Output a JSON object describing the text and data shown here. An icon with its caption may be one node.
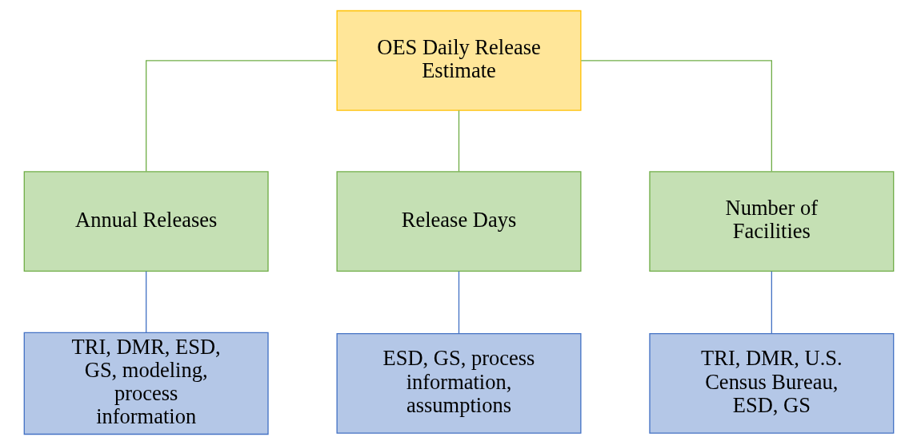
{
  "diagram": {
    "nodes": [
      {
        "text": [
          "OES Daily Release Estimate"
        ]
      },
      {
        "text": [
          "Annual Releases"
        ]
      },
      {
        "text": [
          "Release Days"
        ]
      },
      {
        "text": [
          "Number of Facilities"
        ]
      },
      {
        "text": [
          "TRI, DMR, ESD, GS, modeling, process information"
        ]
      },
      {
        "text": [
          "ESD, GS, process information, assumptions"
        ]
      },
      {
        "text": [
          "TRI, DMR, U.S. Census Bureau, ESD, GS"
        ]
      }
    ],
    "edges": [
      {
        "from": 0,
        "to": 1,
        "arrow": "none",
        "color": "#70ad47"
      },
      {
        "from": 0,
        "to": 2,
        "arrow": "none",
        "color": "#70ad47"
      },
      {
        "from": 0,
        "to": 3,
        "arrow": "none",
        "color": "#70ad47"
      },
      {
        "from": 1,
        "to": 4,
        "arrow": "none",
        "color": "#4472c4"
      },
      {
        "from": 2,
        "to": 5,
        "arrow": "none",
        "color": "#4472c4"
      },
      {
        "from": 3,
        "to": 6,
        "arrow": "none",
        "color": "#4472c4"
      }
    ]
  }
}
